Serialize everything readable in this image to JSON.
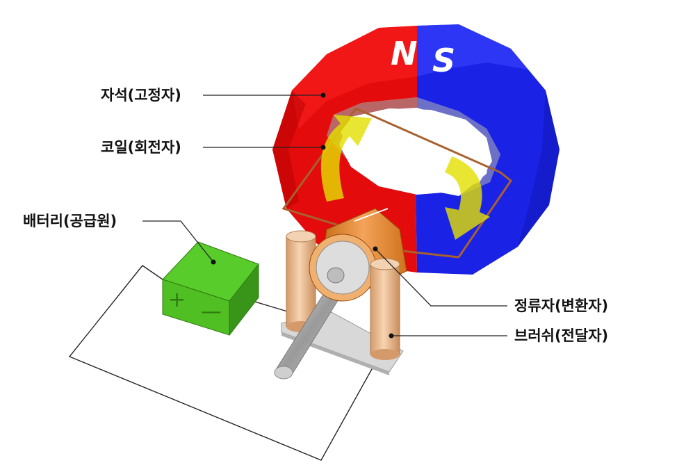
{
  "magnet": {
    "north_label": "N",
    "south_label": "S",
    "north_color": "#e30b0b",
    "south_color": "#1a22e6"
  },
  "battery": {
    "plus_label": "+",
    "minus_label": "—",
    "color": "#4fbf23"
  },
  "labels": {
    "magnet": "자석(고정자)",
    "coil": "코일(회전자)",
    "battery": "배터리(공급원)",
    "commutator": "정류자(변환자)",
    "brush": "브러쉬(전달자)"
  },
  "arrow_color": "#e4e000"
}
